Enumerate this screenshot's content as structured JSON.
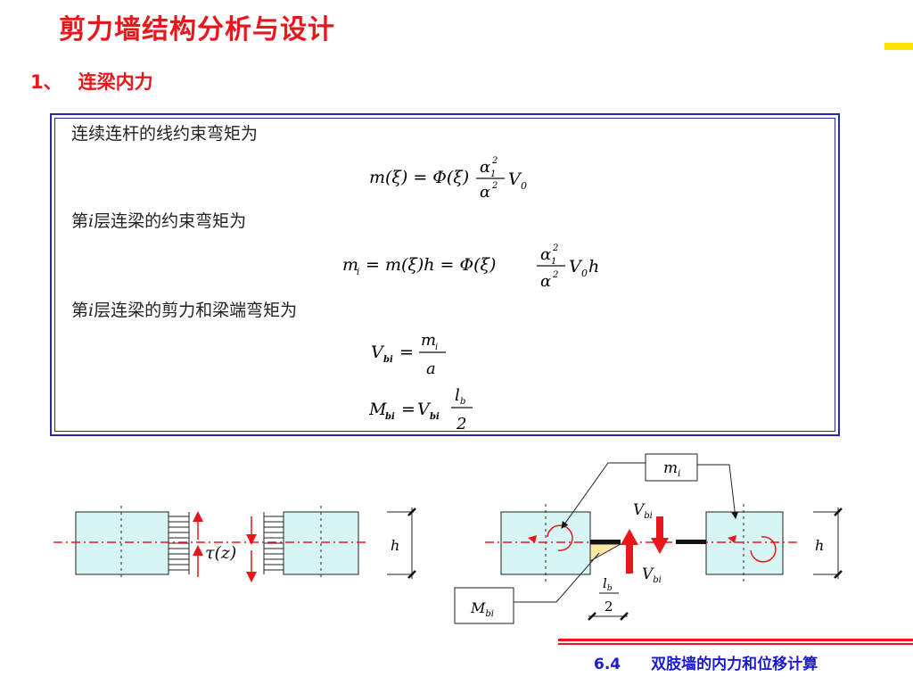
{
  "header": {
    "title": "剪力墙结构分析与设计"
  },
  "section": {
    "number": "1、",
    "label": "连梁内力"
  },
  "content": {
    "line1": "连续连杆的线约束弯矩为",
    "line2_prefix": "第",
    "line2_var": "i",
    "line2_suffix": "层连梁的约束弯矩为",
    "line3_prefix": "第",
    "line3_var": "i",
    "line3_suffix": "层连梁的剪力和梁端弯矩为"
  },
  "diagram": {
    "tau_label": "τ(z)",
    "h_label": "h",
    "m_label": "m",
    "m_sub": "i",
    "v_label": "V",
    "v_sub": "bi",
    "mb_label": "M",
    "mb_sub": "bi",
    "lb_num": "l",
    "lb_sub": "b",
    "lb_den": "2"
  },
  "footer": {
    "section_number": "6.4",
    "section_title": "双肢墙的内力和位移计算"
  },
  "colors": {
    "title": "#e8171c",
    "footer_text": "#1a1ad0",
    "box_border": "#2a2aa8",
    "wall_fill": "#d8f5f5",
    "accent": "#ffe100"
  }
}
